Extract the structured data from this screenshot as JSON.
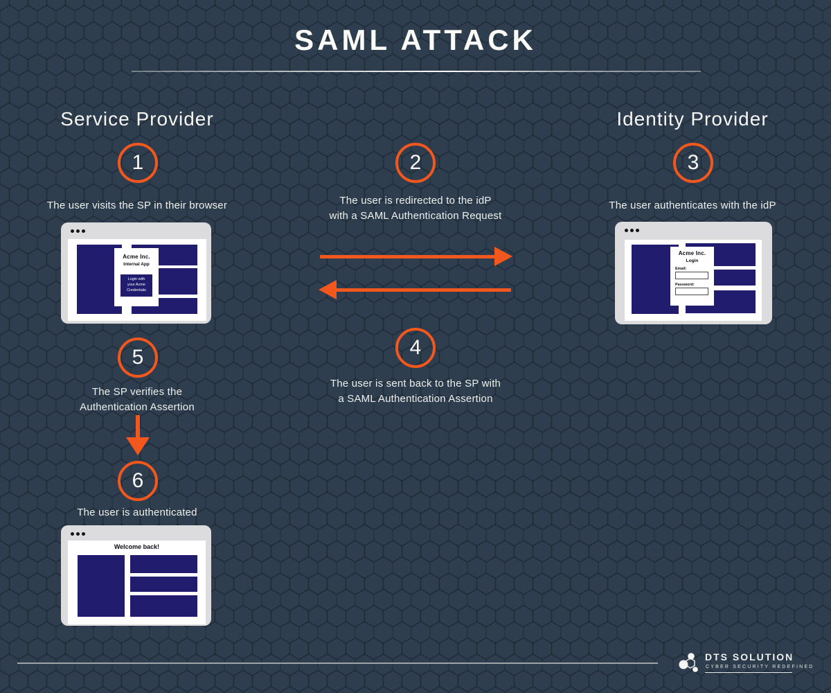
{
  "header": {
    "title": "SAML ATTACK"
  },
  "columns": {
    "sp": "Service Provider",
    "idp": "Identity Provider"
  },
  "steps": [
    {
      "num": "1",
      "lines": [
        "The user visits the SP in their browser"
      ]
    },
    {
      "num": "2",
      "lines": [
        "The user is redirected to the idP",
        "with a SAML Authentication Request"
      ]
    },
    {
      "num": "3",
      "lines": [
        "The user authenticates with the idP"
      ]
    },
    {
      "num": "4",
      "lines": [
        "The user is sent back to the SP with",
        "a SAML Authentication Assertion"
      ]
    },
    {
      "num": "5",
      "lines": [
        "The SP verifies the",
        "Authentication Assertion"
      ]
    },
    {
      "num": "6",
      "lines": [
        "The user is authenticated"
      ]
    }
  ],
  "browsers": {
    "sp": {
      "company": "Acme Inc.",
      "app": "Internal App",
      "button_lines": [
        "Login with",
        "your Acme",
        "Credentials"
      ]
    },
    "idp": {
      "company": "Acme Inc.",
      "app": "Login",
      "email_label": "Email:",
      "password_label": "Password:"
    },
    "welcome": {
      "message": "Welcome back!"
    }
  },
  "footer": {
    "brand": "DTS SOLUTION",
    "tagline": "CYBER SECURITY REDEFINED"
  },
  "colors": {
    "background": "#2e3e4e",
    "accent_orange": "#f2571d",
    "navy_block": "#211c6e",
    "browser_frame": "#dcdcde",
    "text_light": "#eef0ee"
  }
}
